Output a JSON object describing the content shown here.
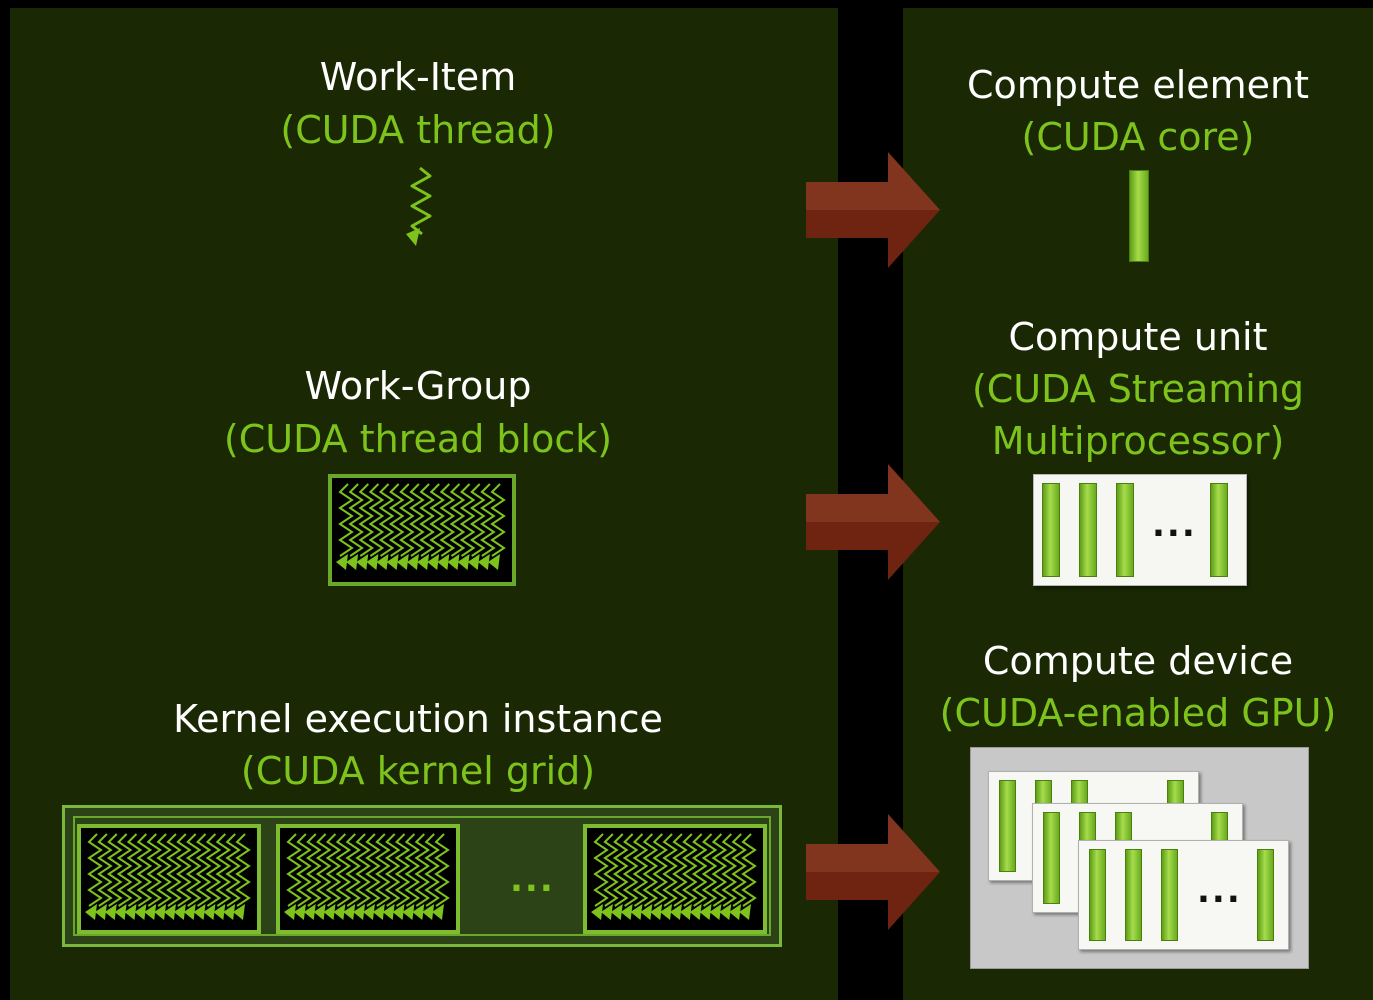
{
  "work_item": {
    "title": "Work-Item",
    "subtitle": "(CUDA thread)"
  },
  "work_group": {
    "title": "Work-Group",
    "subtitle": "(CUDA thread block)"
  },
  "kernel": {
    "title": "Kernel execution instance",
    "subtitle": "(CUDA kernel grid)",
    "ellipsis": "..."
  },
  "compute_element": {
    "title": "Compute element",
    "subtitle": "(CUDA core)"
  },
  "compute_unit": {
    "title": "Compute unit",
    "subtitle_line1": "(CUDA Streaming",
    "subtitle_line2": "Multiprocessor)",
    "ellipsis": "..."
  },
  "compute_device": {
    "title": "Compute device",
    "subtitle": "(CUDA-enabled GPU)",
    "ellipsis": "..."
  },
  "colors": {
    "panel": "#1a2904",
    "accent_green": "#7dc31c",
    "arrow": "#7a2a14",
    "text": "#ffffff"
  }
}
